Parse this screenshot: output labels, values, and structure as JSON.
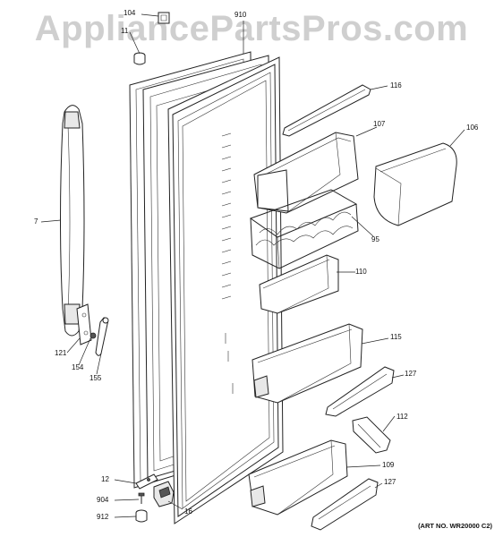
{
  "watermark": "AppliancePartsPros.com",
  "art_number": "(ART NO. WR20000 C2)",
  "callouts": {
    "p104": "104",
    "p910": "910",
    "p11": "11",
    "p116": "116",
    "p107": "107",
    "p106": "106",
    "p7": "7",
    "p95": "95",
    "p110": "110",
    "p121": "121",
    "p154": "154",
    "p155": "155",
    "p115": "115",
    "p127a": "127",
    "p112": "112",
    "p109": "109",
    "p127b": "127",
    "p12": "12",
    "p904": "904",
    "p912": "912",
    "p16": "16"
  }
}
